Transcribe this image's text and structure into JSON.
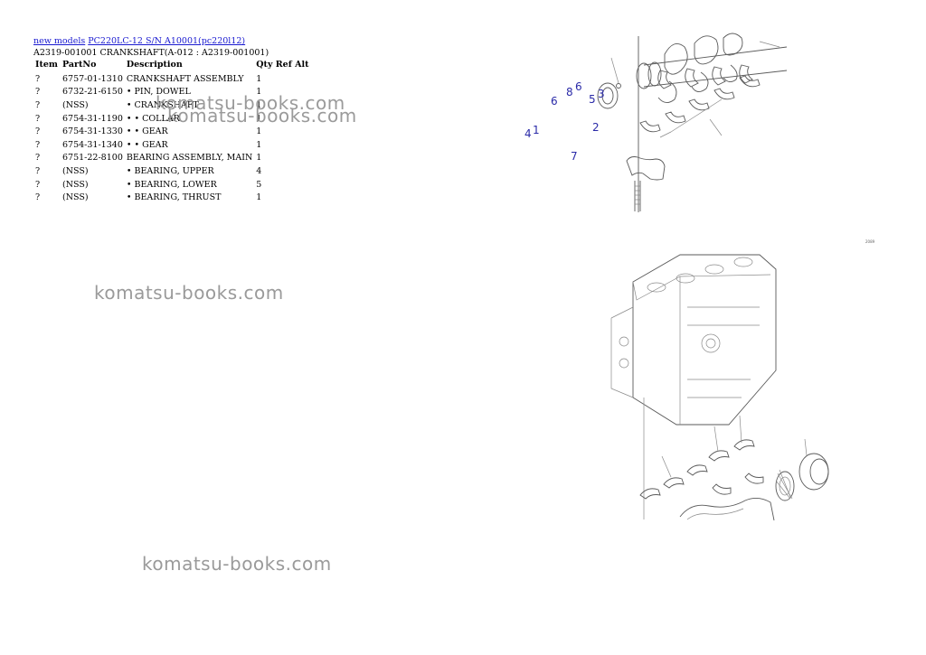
{
  "breadcrumb": {
    "links": [
      "new models",
      "PC220LC-12 S/N A10001(pc220l12)"
    ]
  },
  "subtitle": "A2319-001001 CRANKSHAFT(A-012 : A2319-001001)",
  "table": {
    "headers": [
      "Item",
      "PartNo",
      "Description",
      "Qty Ref Alt"
    ],
    "rows": [
      {
        "item": "?",
        "part": "6757-01-1310",
        "desc": "CRANKSHAFT ASSEMBLY",
        "qty": "1"
      },
      {
        "item": "?",
        "part": "6732-21-6150",
        "desc": "• PIN, DOWEL",
        "qty": "1"
      },
      {
        "item": "?",
        "part": "(NSS)",
        "desc": "• CRANKSHAFT",
        "qty": "1"
      },
      {
        "item": "?",
        "part": "6754-31-1190",
        "desc": "• • COLLAR",
        "qty": "1"
      },
      {
        "item": "?",
        "part": "6754-31-1330",
        "desc": "• • GEAR",
        "qty": "1"
      },
      {
        "item": "?",
        "part": "6754-31-1340",
        "desc": "• • GEAR",
        "qty": "1"
      },
      {
        "item": "?",
        "part": "6751-22-8100",
        "desc": "BEARING ASSEMBLY, MAIN",
        "qty": "1"
      },
      {
        "item": "?",
        "part": "(NSS)",
        "desc": "• BEARING, UPPER",
        "qty": "4"
      },
      {
        "item": "?",
        "part": "(NSS)",
        "desc": "• BEARING, LOWER",
        "qty": "5"
      },
      {
        "item": "?",
        "part": "(NSS)",
        "desc": "• BEARING, THRUST",
        "qty": "1"
      }
    ]
  },
  "watermark": "komatsu-books.com",
  "diagram": {
    "callouts": [
      "6",
      "8",
      "6",
      "5",
      "3",
      "4",
      "1",
      "2",
      "7"
    ],
    "code": "2089"
  }
}
